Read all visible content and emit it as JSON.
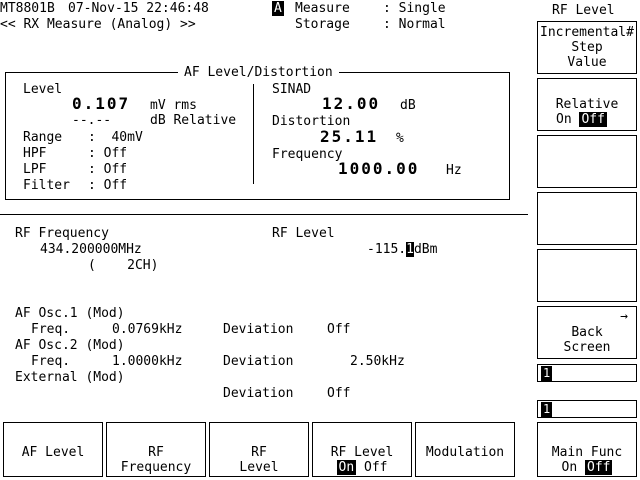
{
  "header": {
    "model": "MT8801B",
    "datetime": "07-Nov-15 22:46:48",
    "screen": "<< RX Measure (Analog) >>",
    "mode_badge": "A",
    "measure_label": "Measure",
    "measure_value": ": Single",
    "storage_label": "Storage",
    "storage_value": ": Normal"
  },
  "af_panel": {
    "title": "AF Level/Distortion",
    "level_label": "Level",
    "level_value": "0.107",
    "level_unit": "mV rms",
    "relative_value": "--.--",
    "relative_unit": "dB Relative",
    "range_label": "Range",
    "range_value": ":  40mV",
    "hpf_label": "HPF",
    "hpf_value": ": Off",
    "lpf_label": "LPF",
    "lpf_value": ": Off",
    "filter_label": "Filter",
    "filter_value": ": Off",
    "sinad_label": "SINAD",
    "sinad_value": "12.00",
    "sinad_unit": "dB",
    "distortion_label": "Distortion",
    "distortion_value": "25.11",
    "distortion_unit": "%",
    "frequency_label": "Frequency",
    "frequency_value": "1000.00",
    "frequency_unit": "Hz"
  },
  "rf": {
    "freq_label": "RF Frequency",
    "freq_value": "434.200000MHz",
    "channel": "(    2CH)",
    "level_label": "RF Level",
    "level_value_pre": "-115.",
    "level_value_cursor": "1",
    "level_unit": "dBm"
  },
  "osc": {
    "osc1_label": "AF Osc.1 (Mod)",
    "osc1_freq_label": "Freq.",
    "osc1_freq_value": "0.0769kHz",
    "osc1_dev_label": "Deviation",
    "osc1_dev_value": "Off",
    "osc2_label": "AF Osc.2 (Mod)",
    "osc2_freq_label": "Freq.",
    "osc2_freq_value": "1.0000kHz",
    "osc2_dev_label": "Deviation",
    "osc2_dev_value": "2.50kHz",
    "ext_label": "External (Mod)",
    "ext_dev_label": "Deviation",
    "ext_dev_value": "Off"
  },
  "right_panel": {
    "title": "RF Level",
    "key1": [
      "Incremental#",
      "Step",
      "Value"
    ],
    "key2_label": "Relative",
    "key2_on": "On",
    "key2_off": "Off",
    "key6_arrow": "→",
    "key6_label": [
      "Back",
      "Screen"
    ],
    "indicator1": "1",
    "indicator2": "1",
    "main_func_label": "Main Func",
    "main_func_on": "On",
    "main_func_off": "Off"
  },
  "bottom_keys": {
    "af_level": "AF Level",
    "rf_frequency": [
      "RF",
      "Frequency"
    ],
    "rf_level": [
      "RF",
      "Level"
    ],
    "rf_level_toggle_label": "RF Level",
    "rf_level_on": "On",
    "rf_level_off": "Off",
    "modulation": "Modulation"
  }
}
